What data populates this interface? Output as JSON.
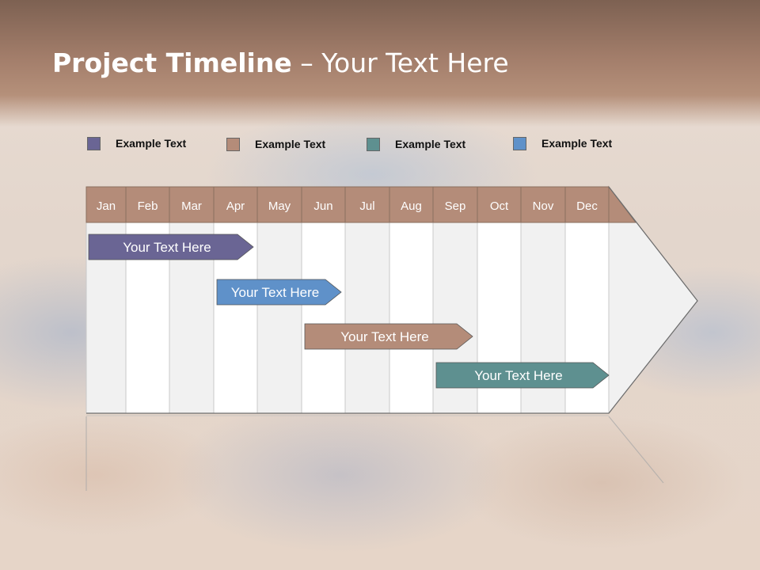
{
  "title": {
    "bold": "Project Timeline",
    "rest": " – Your Text Here"
  },
  "legend": [
    {
      "label": "Example Text",
      "color": "#6a6594"
    },
    {
      "label": "Example Text",
      "color": "#b48c79"
    },
    {
      "label": "Example Text",
      "color": "#5e9090"
    },
    {
      "label": "Example Text",
      "color": "#5f91c9"
    }
  ],
  "months": [
    "Jan",
    "Feb",
    "Mar",
    "Apr",
    "May",
    "Jun",
    "Jul",
    "Aug",
    "Sep",
    "Oct",
    "Nov",
    "Dec"
  ],
  "bars": [
    {
      "label": "Your  Text Here",
      "color": "#6a6594",
      "start": "Jan",
      "end": "Apr"
    },
    {
      "label": "Your  Text Here",
      "color": "#5f91c9",
      "start": "Apr",
      "end": "Jun"
    },
    {
      "label": "Your  Text Here",
      "color": "#b48c79",
      "start": "Jun",
      "end": "Sep"
    },
    {
      "label": "Your  Text Here",
      "color": "#5e9090",
      "start": "Sep",
      "end": "Dec"
    }
  ],
  "colors": {
    "header": "#b48c79",
    "grid_light": "#f1f1f1",
    "grid_white": "#ffffff",
    "grid_line": "#c9c9c9"
  }
}
